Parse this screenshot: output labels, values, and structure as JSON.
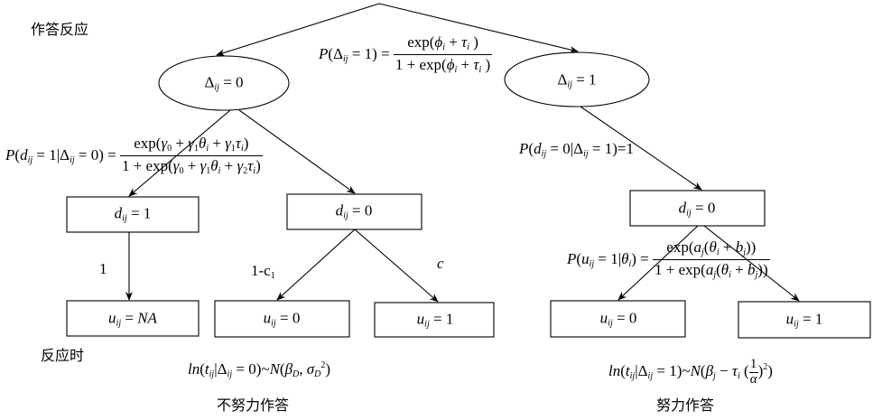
{
  "section_labels": {
    "response": "作答反应",
    "response_time": "反应时",
    "non_effortful": "不努力作答",
    "effortful": "努力作答"
  },
  "nodes": {
    "delta0": {
      "var": "Δ",
      "sub": "ij",
      "rel": " = 0"
    },
    "delta1": {
      "var": "Δ",
      "sub": "ij",
      "rel": " = 1"
    },
    "d1_left": {
      "var": "d",
      "sub": "ij",
      "rel": " = 1"
    },
    "d0_mid": {
      "var": "d",
      "sub": "ij",
      "rel": " = 0"
    },
    "d0_right": {
      "var": "d",
      "sub": "ij",
      "rel": " = 0"
    },
    "u_na": {
      "var": "u",
      "sub": "ij",
      "rel": " = ",
      "rel_italic": "NA"
    },
    "u0_mid": {
      "var": "u",
      "sub": "ij",
      "rel": " = 0"
    },
    "u1_mid": {
      "var": "u",
      "sub": "ij",
      "rel": " = 1"
    },
    "u0_right": {
      "var": "u",
      "sub": "ij",
      "rel": " = 0"
    },
    "u1_right": {
      "var": "u",
      "sub": "ij",
      "rel": " = 1"
    }
  },
  "edge_labels": {
    "p_delta": {
      "lhs": "P(Δ",
      "lhs_sub": "ij",
      "lhs_rest": " = 1) = ",
      "numerator": "exp(ϕ_i + τ_i )",
      "denominator": "1 + exp(ϕ_i + τ_i )"
    },
    "p_d_given_delta0": {
      "lhs": "P(d_ij = 1|Δ_ij = 0) = ",
      "numerator": "exp(γ_0 + γ_1θ_i + γ_1τ_i)",
      "denominator": "1 + exp(γ_0 + γ_1θ_i + γ_2τ_i)"
    },
    "p_d_given_delta1": "P(d_ij = 0|Δ_ij = 1)=1",
    "p_u_given_theta": {
      "lhs": "P(u_ij = 1|θ_i) = ",
      "numerator": "exp(a_j(θ_i + b_j))",
      "denominator": "1 + exp(a_j(θ_i + b_j))"
    },
    "one": "1",
    "one_minus_c1": "1-c",
    "one_minus_c1_sub": "1",
    "c": "c"
  },
  "response_time_formulas": {
    "non_effortful": "ln(t_ij|Δ_ij = 0)~N(β_D, σ_D^2)",
    "effortful": "ln(t_ij|Δ_ij = 1)~N(β_j − τ_i (1/α)^2)"
  }
}
